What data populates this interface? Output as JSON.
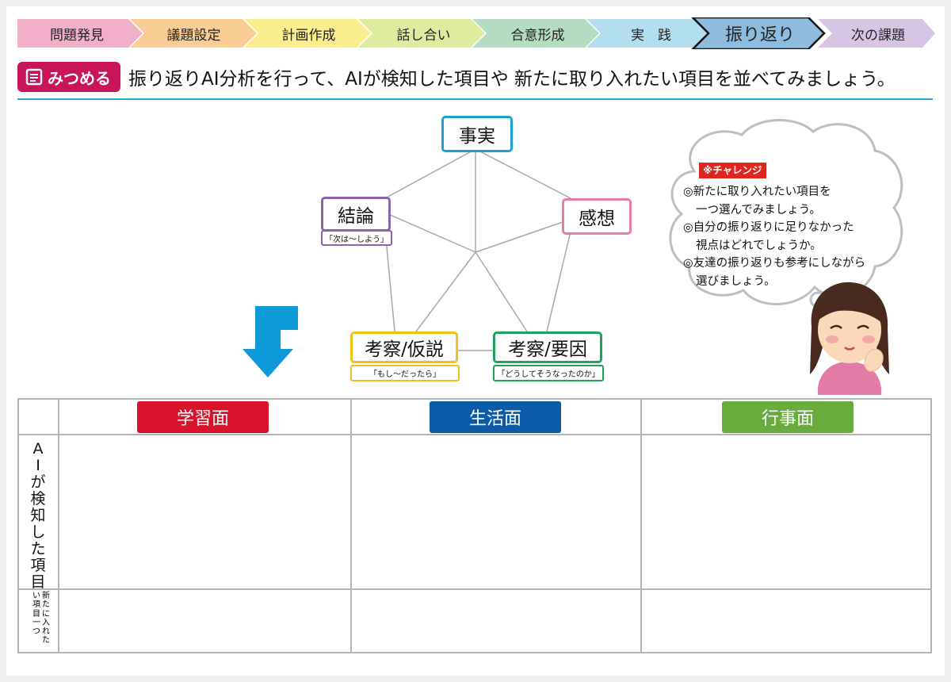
{
  "steps": [
    {
      "label": "問題発見",
      "color": "#f2afc9"
    },
    {
      "label": "議題設定",
      "color": "#f9cd94"
    },
    {
      "label": "計画作成",
      "color": "#fbee8e"
    },
    {
      "label": "話し合い",
      "color": "#dfeca0"
    },
    {
      "label": "合意形成",
      "color": "#b4dcc0"
    },
    {
      "label": "実　践",
      "color": "#b2def0"
    },
    {
      "label": "振り返り",
      "color": "#8dbcdf"
    },
    {
      "label": "次の課題",
      "color": "#d6c5e4"
    }
  ],
  "heading": {
    "badge": "みつめる",
    "instruction": "振り返りAI分析を行って、AIが検知した項目や 新たに取り入れたい項目を並べてみましょう。"
  },
  "pentagon": {
    "top": {
      "label": "事実",
      "color": "#1ba0d8"
    },
    "right": {
      "label": "感想",
      "color": "#e87ca0"
    },
    "left": {
      "label": "結論",
      "color": "#8e62ad",
      "sub": "「次は～しよう」"
    },
    "bottom_left": {
      "label": "考察/仮説",
      "color": "#eec21a",
      "sub": "「もし～だったら」"
    },
    "bottom_right": {
      "label": "考察/要因",
      "color": "#22a05c",
      "sub": "「どうしてそうなったのか」"
    }
  },
  "challenge": {
    "badge": "※チャレンジ",
    "items": [
      {
        "line1": "◎新たに取り入れたい項目を",
        "line2": "一つ選んでみましょう。"
      },
      {
        "line1": "◎自分の振り返りに足りなかった",
        "line2": "視点はどれでしょうか。"
      },
      {
        "line1": "◎友達の振り返りも参考にしながら",
        "line2": "選びましょう。"
      }
    ]
  },
  "table": {
    "columns": [
      {
        "label": "学習面",
        "color": "#d7142a"
      },
      {
        "label": "生活面",
        "color": "#0b5ba8"
      },
      {
        "label": "行事面",
        "color": "#68ac3e"
      }
    ],
    "row1_label": "AIが検知した項目",
    "row2_label": "新たに入れたい項目一つ"
  }
}
